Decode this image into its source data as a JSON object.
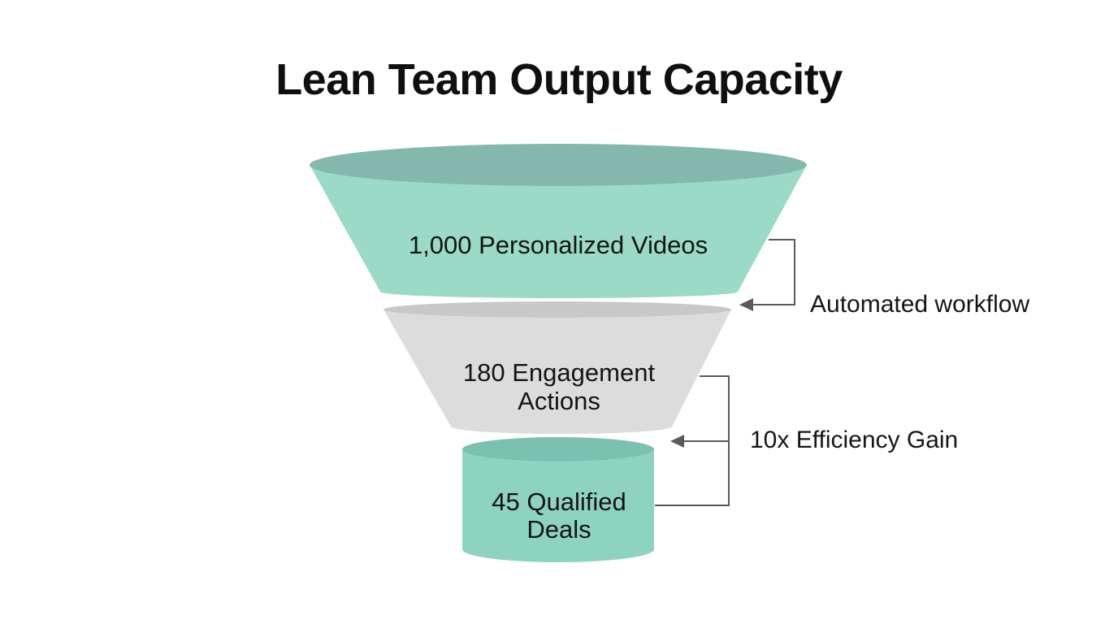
{
  "diagram": {
    "title": "Lean Team Output Capacity",
    "background_color": "#ffffff",
    "text_color": "#141414",
    "connector_color": "#5a5a5a",
    "stages": [
      {
        "label": "1,000 Personalized Videos",
        "value": 1000,
        "body_color": "#9adac7",
        "top_color": "#85b8ac"
      },
      {
        "label": "180 Engagement\nActions",
        "value": 180,
        "body_color": "#dcdcdd",
        "top_color": "#c7c8c8"
      },
      {
        "label": "45 Qualified\nDeals",
        "value": 45,
        "body_color": "#8ed3c0",
        "top_color": "#7cc0b0"
      }
    ],
    "annotations": [
      {
        "label": "Automated workflow"
      },
      {
        "label": "10x Efficiency Gain"
      }
    ]
  },
  "chart_data": {
    "type": "funnel",
    "title": "Lean Team Output Capacity",
    "categories": [
      "Personalized Videos",
      "Engagement Actions",
      "Qualified Deals"
    ],
    "values": [
      1000,
      180,
      45
    ],
    "annotations": [
      {
        "text": "Automated workflow",
        "between_stages": [
          1,
          2
        ]
      },
      {
        "text": "10x Efficiency Gain",
        "between_stages": [
          2,
          3
        ]
      }
    ],
    "legend": false,
    "grid": false
  }
}
